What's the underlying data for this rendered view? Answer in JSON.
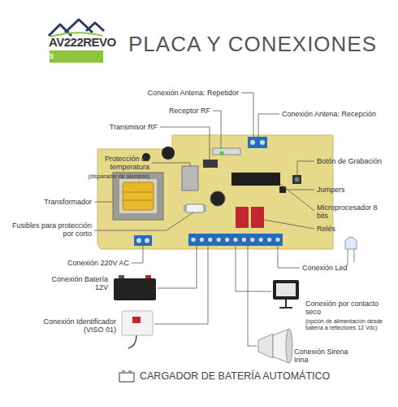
{
  "diagram": {
    "title": "PLACA Y CONEXIONES",
    "caption": "CARGADOR DE BATERÍA AUTOMÁTICO",
    "labels": [
      "AV222REVO",
      "xpressiva",
      "Conexión Antena: Repetidor",
      "Receptor RF",
      "Conexión Antena: Recepción",
      "Transmisor RF",
      "Protección de temperatura",
      "(disparador de aluminio)",
      "Botón de Grabación",
      "Jumpers",
      "Transformador",
      "Microprocesador 8 bits",
      "Relés",
      "Fusibles para protección por corto",
      "Conexión 220V AC",
      "Conexión Led",
      "Conexión Batería 12V",
      "Conexión por contacto seco",
      "(opción de alimentación desde batería a reflectores 12 Vdc)",
      "Conexión Identificador (VISO 01)",
      "Conexión Sirena Irina"
    ]
  }
}
